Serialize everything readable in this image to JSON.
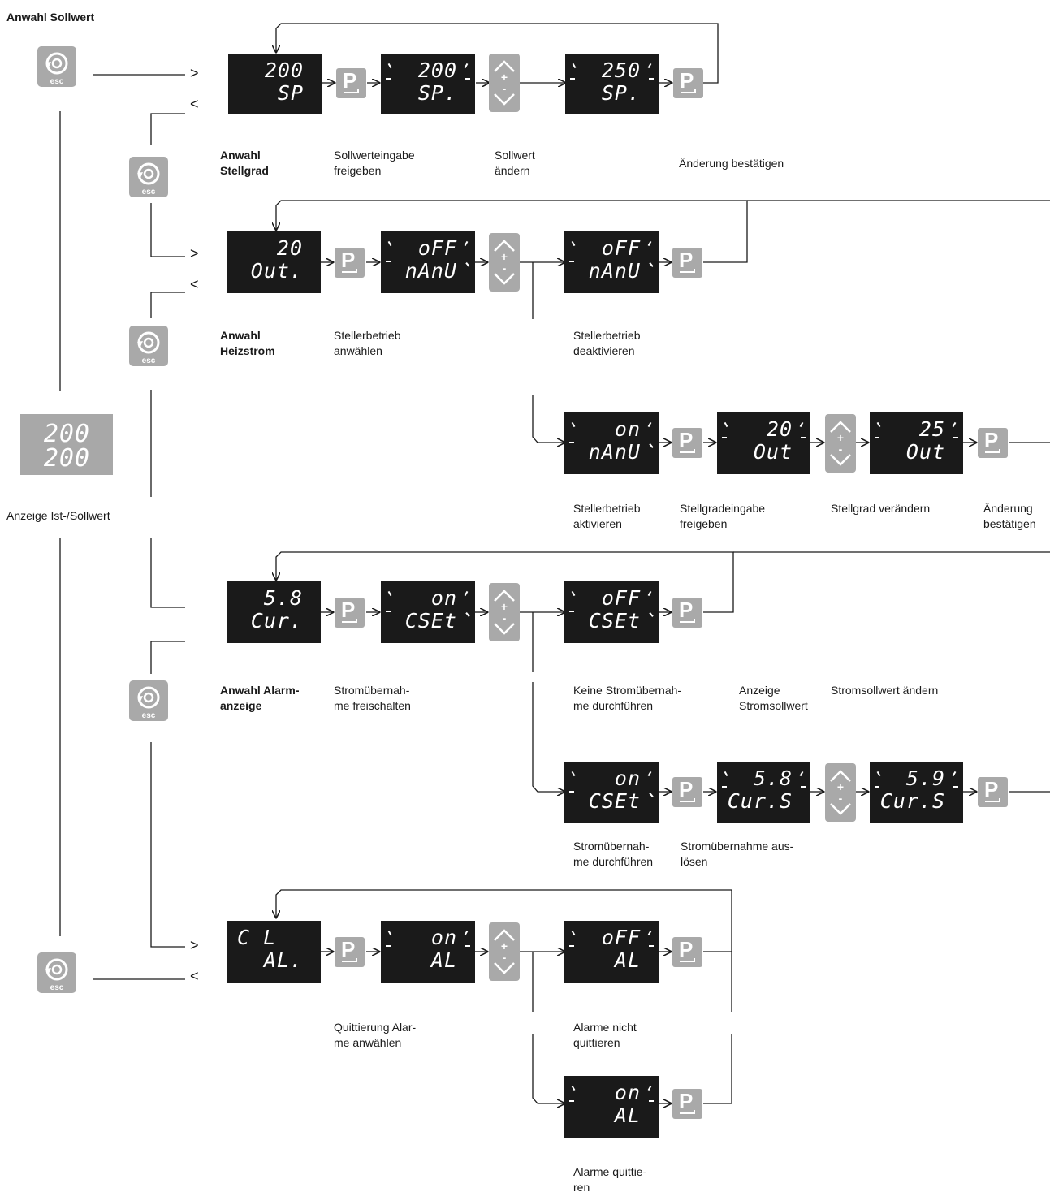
{
  "section_titles": {
    "sollwert": "Anwahl Sollwert"
  },
  "arrow_marks": {
    "gt": ">",
    "lt": "<"
  },
  "main_display": {
    "line1": "200",
    "line2": "200",
    "caption": "Anzeige Ist-/Sollwert"
  },
  "esc_label": "esc",
  "p_label": "P",
  "updown": {
    "plus": "+",
    "minus": "-"
  },
  "displays": {
    "d1": {
      "line1": "200",
      "line2": "SP"
    },
    "d2": {
      "line1": "200",
      "line2": "SP."
    },
    "d3": {
      "line1": "250",
      "line2": "SP."
    },
    "d4": {
      "line1": "20",
      "line2": "Out."
    },
    "d5": {
      "line1": "oFF",
      "line2": "nAnU"
    },
    "d6": {
      "line1": "oFF",
      "line2": "nAnU"
    },
    "d7": {
      "line1": "on",
      "line2": "nAnU"
    },
    "d8": {
      "line1": "20",
      "line2": "Out"
    },
    "d9": {
      "line1": "25",
      "line2": "Out"
    },
    "d10": {
      "line1": "5.8",
      "line2": "Cur."
    },
    "d11": {
      "line1": "on",
      "line2": "CSEt"
    },
    "d12": {
      "line1": "oFF",
      "line2": "CSEt"
    },
    "d13": {
      "line1": "on",
      "line2": "CSEt"
    },
    "d14": {
      "line1": "5.8",
      "line2": "Cur.S"
    },
    "d15": {
      "line1": "5.9",
      "line2": "Cur.S"
    },
    "d16": {
      "line1": "C L",
      "line2": "AL."
    },
    "d17": {
      "line1": "on",
      "line2": "AL"
    },
    "d18": {
      "line1": "oFF",
      "line2": "AL"
    },
    "d19": {
      "line1": "on",
      "line2": "AL"
    }
  },
  "labels": {
    "anwahl_stellgrad": "Anwahl\nStellgrad",
    "sollwerteingabe": "Sollwerteingabe\nfreigeben",
    "sollwert_aendern": "Sollwert\nändern",
    "aenderung_bestaetigen_1": "Änderung bestätigen",
    "anwahl_heizstrom": "Anwahl\nHeizstrom",
    "stellerbetrieb_anwaehlen": "Stellerbetrieb\nanwählen",
    "stellerbetrieb_deaktivieren": "Stellerbetrieb\ndeaktivieren",
    "stellerbetrieb_aktivieren": "Stellerbetrieb\naktivieren",
    "stellgradeingabe": "Stellgradeingabe\nfreigeben",
    "stellgrad_veraendern": "Stellgrad verändern",
    "aenderung_bestaetigen_2": "Änderung\nbestätigen",
    "anwahl_alarmanzeige": "Anwahl Alarm-\nanzeige",
    "stromuebernahme_freischalten": "Stromübernah-\nme freischalten",
    "keine_stromuebernahme": "Keine Stromübernah-\nme durchführen",
    "anzeige_stromsollwert": "Anzeige\nStromsollwert",
    "stromsollwert_aendern": "Stromsollwert ändern",
    "stromuebernahme_durchfuehren": "Stromübernah-\nme durchführen",
    "stromuebernahme_ausloesen": "Stromübernahme aus-\nlösen",
    "quittierung_anwaehlen": "Quittierung Alar-\nme anwählen",
    "alarme_nicht_quittieren": "Alarme nicht\nquittieren",
    "alarme_quittieren": "Alarme quittie-\nren"
  },
  "colors": {
    "display_bg": "#1a1a1a",
    "button_gray": "#a9a9a9",
    "line": "#1a1a1a"
  }
}
